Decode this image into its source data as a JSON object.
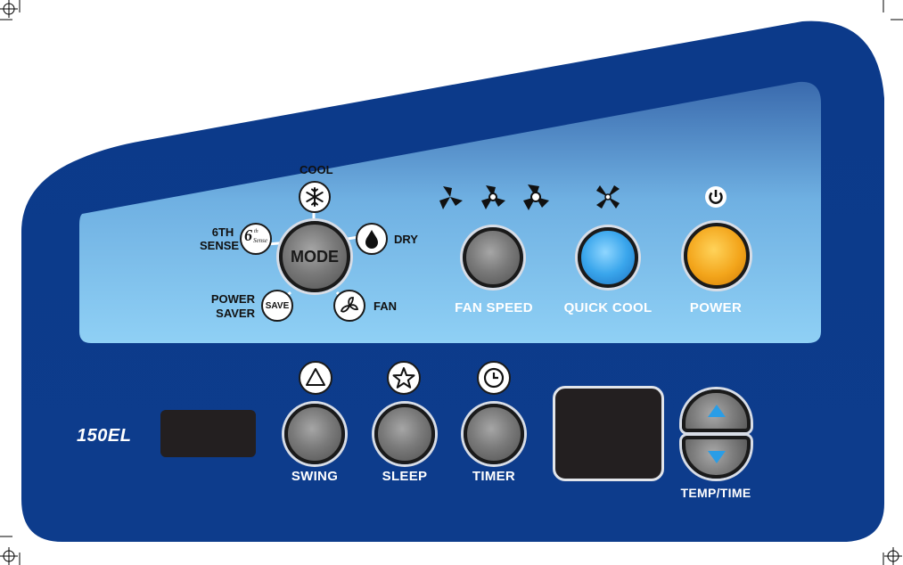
{
  "panel": {
    "model": "150EL",
    "colors": {
      "panel": "#0d3c8c",
      "window_light": "#8fd0f5",
      "window_dark": "#3f73b2",
      "power": "#f3a51b",
      "quick_cool": "#3aa6ec"
    }
  },
  "mode_ring": {
    "center_label": "MODE",
    "cool_label": "COOL",
    "dry_label": "DRY",
    "fan_label": "FAN",
    "sense_label_line1": "6TH",
    "sense_label_line2": "SENSE",
    "sense_icon_text": "6",
    "sense_icon_sup": "th",
    "sense_icon_word": "Sense",
    "saver_label_line1": "POWER",
    "saver_label_line2": "SAVER",
    "save_icon_text": "SAVE",
    "icons": [
      "snowflake-icon",
      "water-drop-icon",
      "fan-icon",
      "sixth-sense-icon",
      "save-icon"
    ]
  },
  "buttons": {
    "fan_speed": "FAN SPEED",
    "quick_cool": "QUICK COOL",
    "power": "POWER",
    "swing": "SWING",
    "sleep": "SLEEP",
    "timer": "TIMER",
    "temp_time": "TEMP/TIME"
  },
  "icons": {
    "fan_speed": [
      "fan-low-icon",
      "fan-medium-icon",
      "fan-high-icon"
    ],
    "quick_cool": "turbo-fan-icon",
    "power": "power-icon",
    "swing": "swing-triangle-icon",
    "sleep": "star-icon",
    "timer": "clock-icon",
    "temp_up": "up-arrow-icon",
    "temp_down": "down-arrow-icon"
  }
}
